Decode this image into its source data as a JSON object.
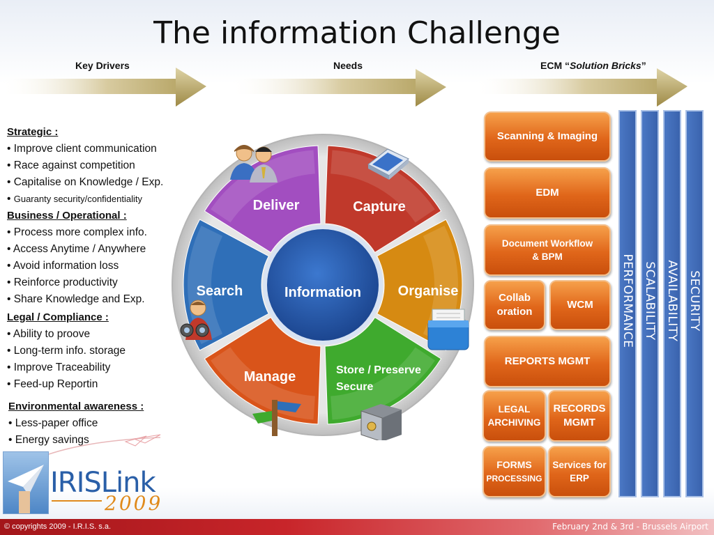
{
  "title": "The information Challenge",
  "arrows": [
    {
      "label": "Key Drivers"
    },
    {
      "label": "Needs"
    },
    {
      "label_prefix": "ECM “",
      "label_italic": "Solution Bricks",
      "label_suffix": "”"
    }
  ],
  "drivers": {
    "strategic": {
      "heading": "Strategic :",
      "items": [
        "• Improve client communication",
        "• Race against competition",
        "• Capitalise on Knowledge / Exp."
      ],
      "small_bullet": "• ",
      "small_item": "Guaranty security/confidentiality"
    },
    "business": {
      "heading": "Business / Operational :",
      "items": [
        "• Process more complex info.",
        "• Access Anytime / Anywhere",
        "• Avoid information loss",
        "• Reinforce productivity",
        "• Share Knowledge and Exp."
      ]
    },
    "legal": {
      "heading": "Legal / Compliance :",
      "items": [
        "• Ability to proove",
        "• Long-term info. storage",
        "• Improve Traceability",
        "• Feed-up Reportin"
      ]
    },
    "environmental": {
      "heading": "Environmental awareness :",
      "items": [
        "• Less-paper office",
        "• Energy savings"
      ]
    }
  },
  "wheel": {
    "center": "Information",
    "segments": {
      "deliver": "Deliver",
      "capture": "Capture",
      "organise": "Organise",
      "store_line1": "Store / Preserve",
      "store_line2": "Secure",
      "manage": "Manage",
      "search": "Search"
    },
    "colors": {
      "deliver": "#a24ec0",
      "capture": "#c0392b",
      "organise": "#d68a12",
      "store": "#3faa2e",
      "manage": "#d9541a",
      "search": "#2f6fb8",
      "center": "#2456a4"
    }
  },
  "bricks": {
    "scanning": "Scanning & Imaging",
    "edm": "EDM",
    "workflow_line1": "Document Workflow",
    "workflow_line2": "& BPM",
    "collab_line1": "Collab",
    "collab_line2": "oration",
    "wcm": "WCM",
    "reports": "REPORTS MGMT",
    "legal_line1": "LEGAL",
    "legal_line2": "ARCHIVING",
    "records_line1": "RECORDS",
    "records_line2": "MGMT",
    "forms_line1": "FORMS",
    "forms_line2": "PROCESSING",
    "erp_line1": "Services for",
    "erp_line2": "ERP"
  },
  "pillars": [
    "PERFORMANCE",
    "SCALABILITY",
    "AVAILABILITY",
    "SECURITY"
  ],
  "logo": {
    "brand": "IRISLink",
    "year": "2009"
  },
  "footer": {
    "copyright": "© copyrights 2009 - I.R.I.S. s.a.",
    "event": "February 2nd & 3rd - Brussels Airport"
  }
}
